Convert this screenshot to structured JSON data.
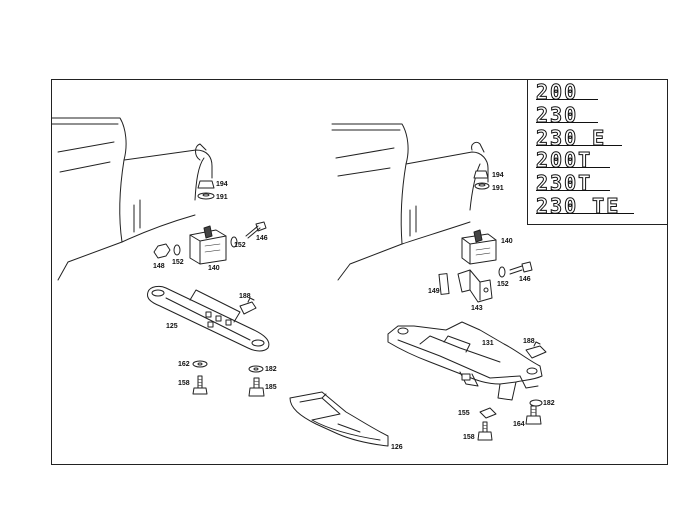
{
  "models": [
    "200",
    "230",
    "230 E",
    "200T",
    "230T",
    "230 TE"
  ],
  "part_labels": {
    "p194a": "194",
    "p191a": "191",
    "p146a": "146",
    "p152a": "152",
    "p148": "148",
    "p152b": "152",
    "p140a": "140",
    "p188a": "188",
    "p125": "125",
    "p162": "162",
    "p182a": "182",
    "p158a": "158",
    "p185": "185",
    "p126": "126",
    "p194b": "194",
    "p191b": "191",
    "p140b": "140",
    "p149": "149",
    "p152c": "152",
    "p146b": "146",
    "p143": "143",
    "p131": "131",
    "p188b": "188",
    "p182b": "182",
    "p155": "155",
    "p164": "164",
    "p158b": "158"
  }
}
